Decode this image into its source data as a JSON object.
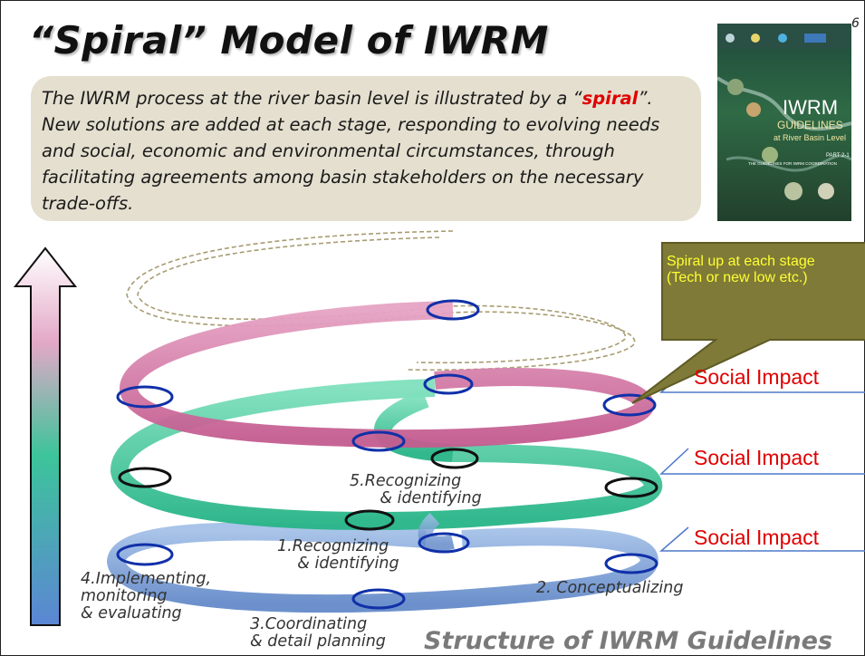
{
  "title": "“Spiral” Model of IWRM",
  "page_number": "6",
  "intro": {
    "before": "The IWRM process at the river basin level is illustrated by a “",
    "highlight": "spiral",
    "after": "”. New solutions are added at each stage, responding to evolving needs and social, economic and environmental circumstances, through facilitating agreements among basin stakeholders on the necessary trade-offs."
  },
  "cover": {
    "title": "IWRM",
    "subtitle": "GUIDELINES",
    "level": "at River Basin Level",
    "part": "PART 2-1",
    "caption": "THE GUIDELINES FOR IWRM COORDINATION"
  },
  "callout": {
    "line1": "Spiral up at each stage",
    "line2": "(Tech or new low etc.)"
  },
  "stages": {
    "s5": "5.Recognizing\n      & identifying",
    "s1": "1.Recognizing\n    & identifying",
    "s4": "4.Implementing,\nmonitoring\n& evaluating",
    "s2": "2. Conceptualizing",
    "s3": "3.Coordinating\n& detail planning"
  },
  "impacts": [
    "Social Impact",
    "Social Impact",
    "Social Impact"
  ],
  "footer": "Structure of IWRM Guidelines",
  "colors": {
    "pink_ring": "#d0709c",
    "green_ring": "#3cc196",
    "blue_ring": "#7aa0d6",
    "callout_fill": "#7f7a37",
    "impact_text": "#e00000",
    "intro_box": "#e4dfcf"
  }
}
